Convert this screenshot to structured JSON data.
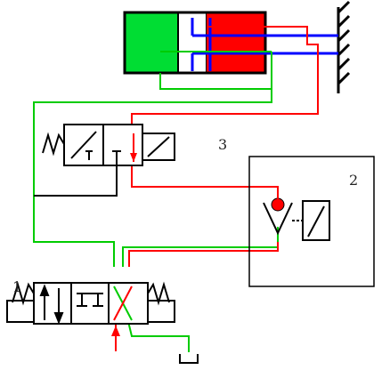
{
  "labels": {
    "valve_1": "1",
    "valve_2": "2",
    "valve_3": "3"
  },
  "colors": {
    "pressure_line": "#ff0000",
    "return_line": "#00cc00",
    "piston_rod": "#0000ff",
    "cylinder_rod_chamber": "#ff0000",
    "cylinder_cap_chamber": "#00dd33",
    "ink": "#000000",
    "pilot_check_ball": "#ff0000"
  }
}
